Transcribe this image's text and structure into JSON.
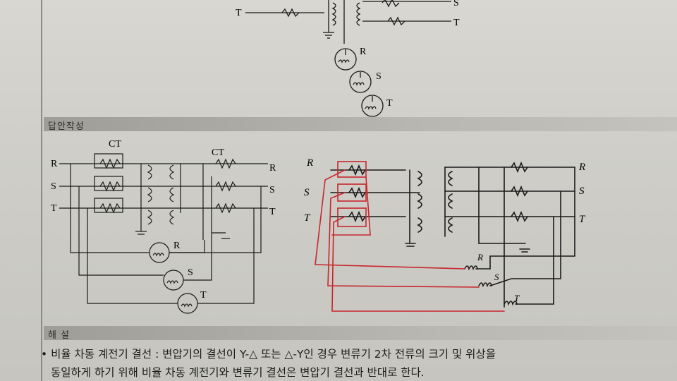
{
  "top_diagram": {
    "line_left": "T",
    "line_right_s": "S",
    "line_right_t": "T",
    "relay_r": "R",
    "relay_s": "S",
    "relay_t": "T"
  },
  "answer_section": {
    "header": "답안작성",
    "printed": {
      "ct_left": "CT",
      "ct_right": "CT",
      "left_r": "R",
      "left_s": "S",
      "left_t": "T",
      "right_r": "R",
      "right_s": "S",
      "right_t": "T",
      "relay_r": "R",
      "relay_s": "S",
      "relay_t": "T"
    },
    "handwritten": {
      "left_r": "R",
      "left_s": "S",
      "left_t": "T",
      "right_r": "R",
      "right_s": "S",
      "right_t": "T",
      "relay_r": "R",
      "relay_s": "S",
      "relay_t": "T"
    }
  },
  "explanation": {
    "header": "해  설",
    "line1": "• 비율 차동 계전기 결선 : 변압기의 결선이 Y-△ 또는 △-Y인 경우 변류기 2차 전류의 크기 및 위상을",
    "line2": "동일하게 하기 위해 비율 차동 계전기와 변류기 결선은 변압기 결선과 반대로 한다."
  },
  "colors": {
    "ink": "#1a1a1a",
    "red_pen": "#c8262c",
    "header_bar": "#a8a7a2"
  },
  "icons": [
    "resistor-zigzag-icon",
    "transformer-coil-icon",
    "ground-icon",
    "relay-coil-icon"
  ]
}
